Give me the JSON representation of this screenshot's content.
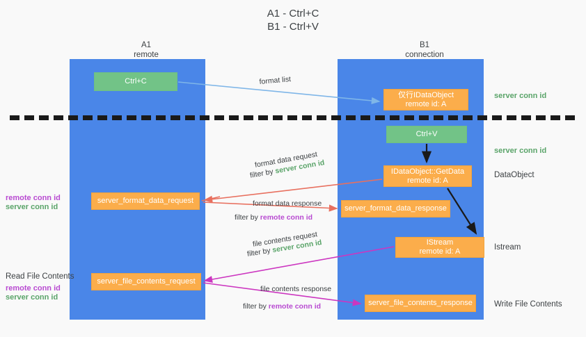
{
  "title": "A1 - Ctrl+C\nB1 - Ctrl+V",
  "lanes": [
    {
      "id": "a1",
      "name": "A1",
      "sub": "remote",
      "label": "A1\nremote"
    },
    {
      "id": "b1",
      "name": "B1",
      "sub": "connection",
      "label": "B1\nconnection"
    }
  ],
  "boxes": {
    "ctrl_c": "Ctrl+C",
    "idataobject": "仅行IDataObject\nremote id: A",
    "ctrl_v": "Ctrl+V",
    "getdata": "IDataObject::GetData\nremote id: A",
    "server_format_data_request": "server_format_data_request",
    "server_format_data_response": "server_format_data_response",
    "istream": "IStream\nremote id: A",
    "server_file_contents_request": "server_file_contents_request",
    "server_file_contents_response": "server_file_contents_response"
  },
  "side_labels": {
    "dataobject": "DataObject",
    "istream": "Istream",
    "write_file_contents": "Write File Contents",
    "read_file_contents": "Read File Contents"
  },
  "conn_labels": {
    "server_conn_id": "server conn id",
    "remote_conn_id": "remote conn id"
  },
  "edge_labels": {
    "format_list": "format list",
    "format_data_request": "format data request",
    "format_data_response": "format data response",
    "file_contents_request": "file contents request",
    "file_contents_response": "file contents response",
    "filter_by": "filter by "
  },
  "colors": {
    "lane": "#4a86e8",
    "green_box": "#72c387",
    "orange_box": "#fbad4b",
    "server_conn_id": "#5aa469",
    "remote_conn_id": "#b84ad1",
    "arrow_format": "#e8705f",
    "arrow_file": "#cc36c0",
    "arrow_list": "#7fb6e8",
    "arrow_flow": "#1a1a1a",
    "background": "#f9f9f9"
  }
}
